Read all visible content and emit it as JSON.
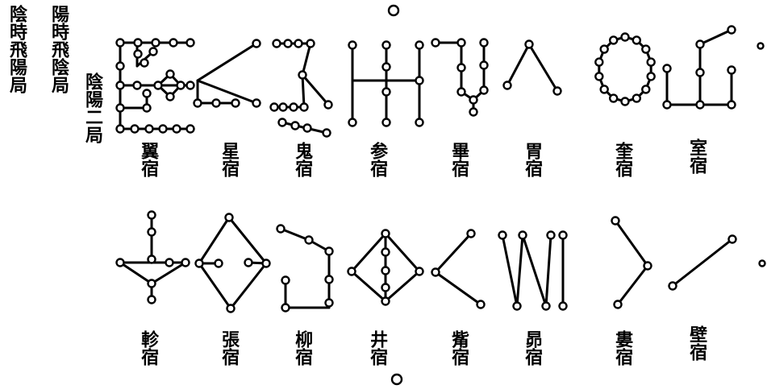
{
  "headings": {
    "col1": "陰時飛陽局",
    "col2": "陽時飛陰局",
    "col3": "陰陽二局"
  },
  "row1_labels": [
    "翼宿",
    "星宿",
    "鬼宿",
    "参宿",
    "畢宿",
    "胃宿",
    "奎宿",
    "室宿"
  ],
  "row2_labels": [
    "軫宿",
    "張宿",
    "柳宿",
    "井宿",
    "觜宿",
    "昴宿",
    "婁宿",
    "壁宿"
  ],
  "line_color": "#000000",
  "node_fill": "#ffffff"
}
